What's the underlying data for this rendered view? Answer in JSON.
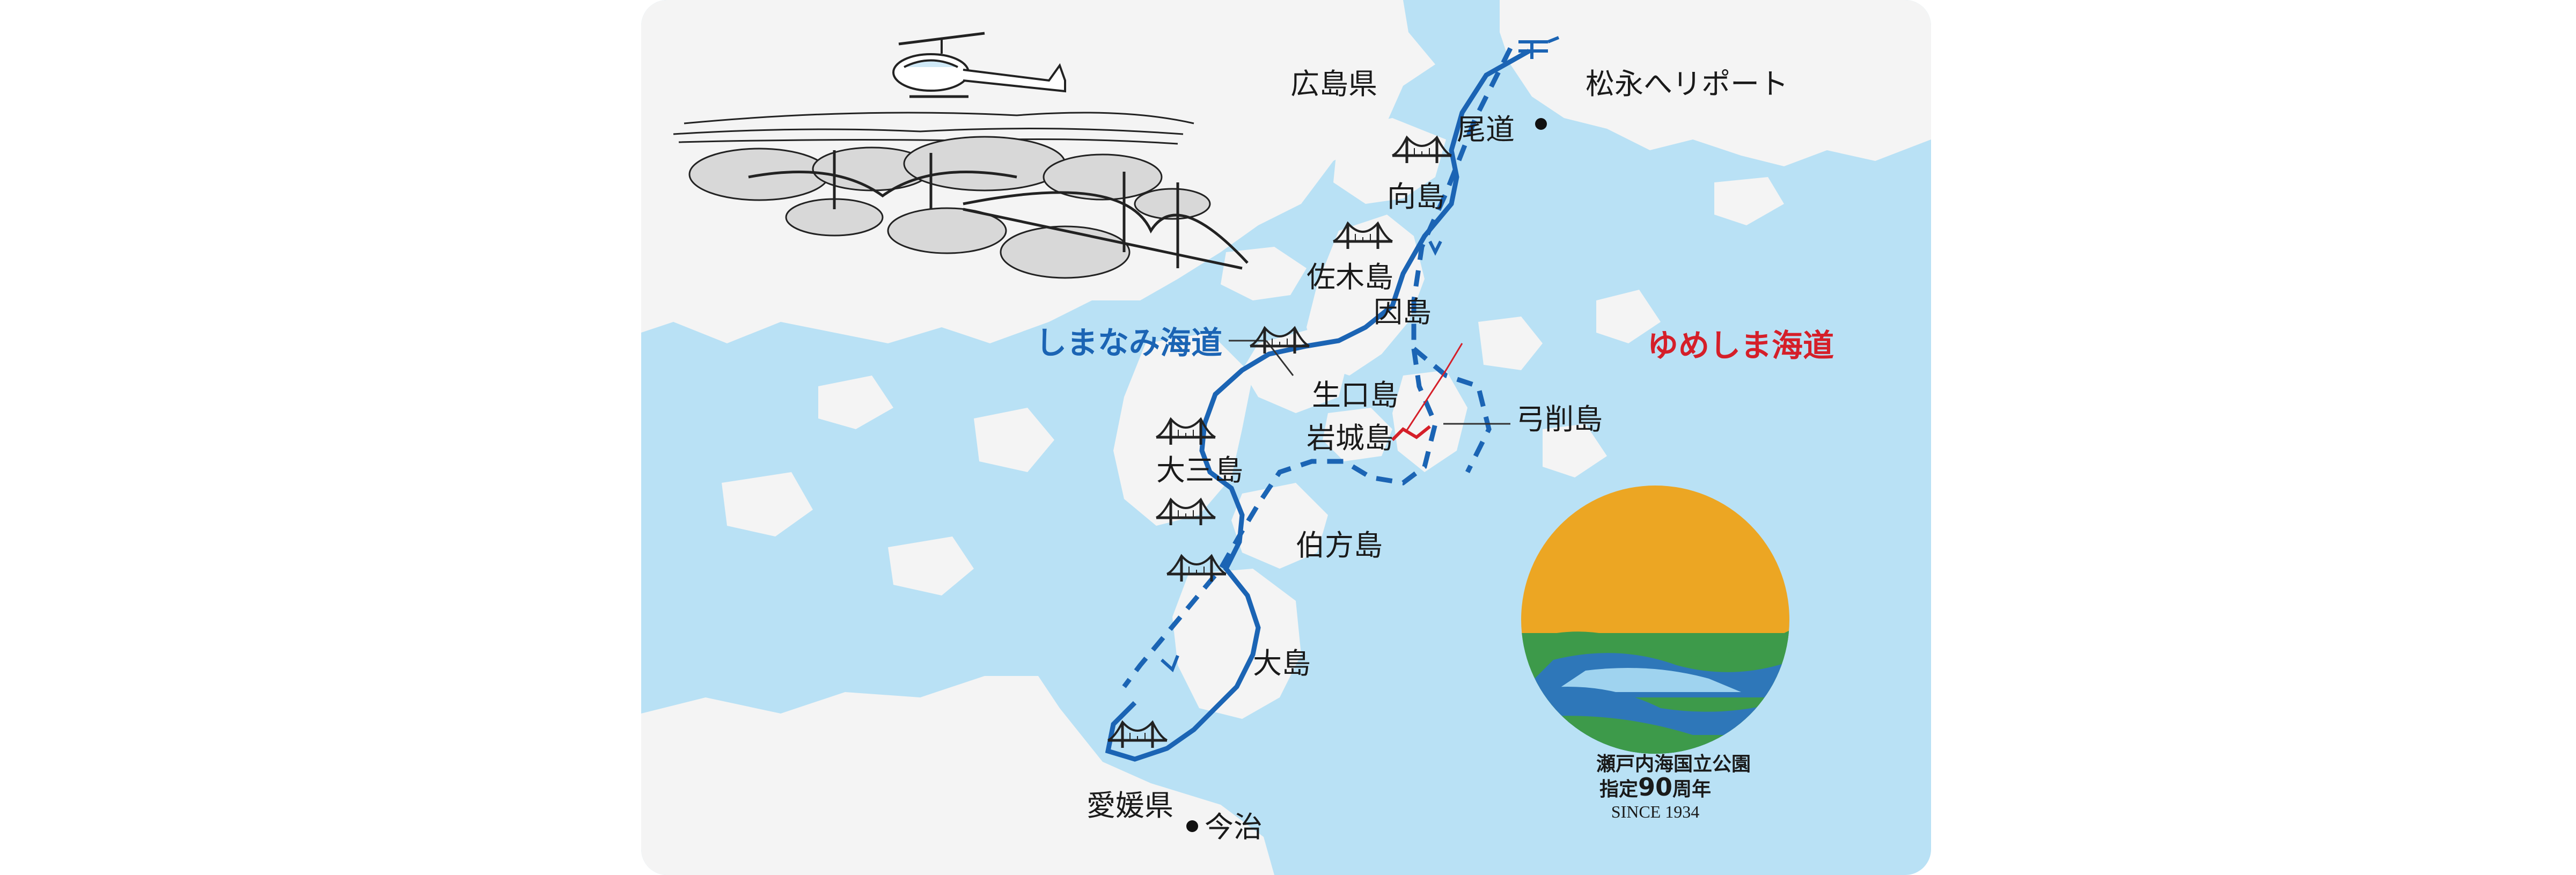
{
  "map": {
    "labels": {
      "hiroshima": "広島県",
      "onomichi": "尾道",
      "heliport": "松永へリポート",
      "mukaishima": "向島",
      "sakishima": "佐木島",
      "innoshima": "因島",
      "shimanami": "しまなみ海道",
      "yumeshima": "ゆめしま海道",
      "ikuchijima": "生口島",
      "iwagijima": "岩城島",
      "yugeshima": "弓削島",
      "omishima": "大三島",
      "hakatajima": "伯方島",
      "oshima": "大島",
      "ehime": "愛媛県",
      "imabari": "今治"
    },
    "colors": {
      "sea": "#b9e1f5",
      "land": "#f4f4f4",
      "route": "#1b64b4",
      "yumeshima": "#d51f29"
    },
    "icons": [
      "helicopter-icon",
      "bridge-icon",
      "town-marker-icon",
      "heliport-icon"
    ]
  },
  "logo": {
    "title": "瀬戸内海国立公園",
    "subtitle_prefix": "指定",
    "subtitle_number": "90",
    "subtitle_suffix": "周年",
    "since": "SINCE 1934",
    "colors": {
      "sun": "#eca623",
      "green": "#3d9a4a",
      "blue": "#2e77b9",
      "light": "#9fd3ef"
    }
  }
}
